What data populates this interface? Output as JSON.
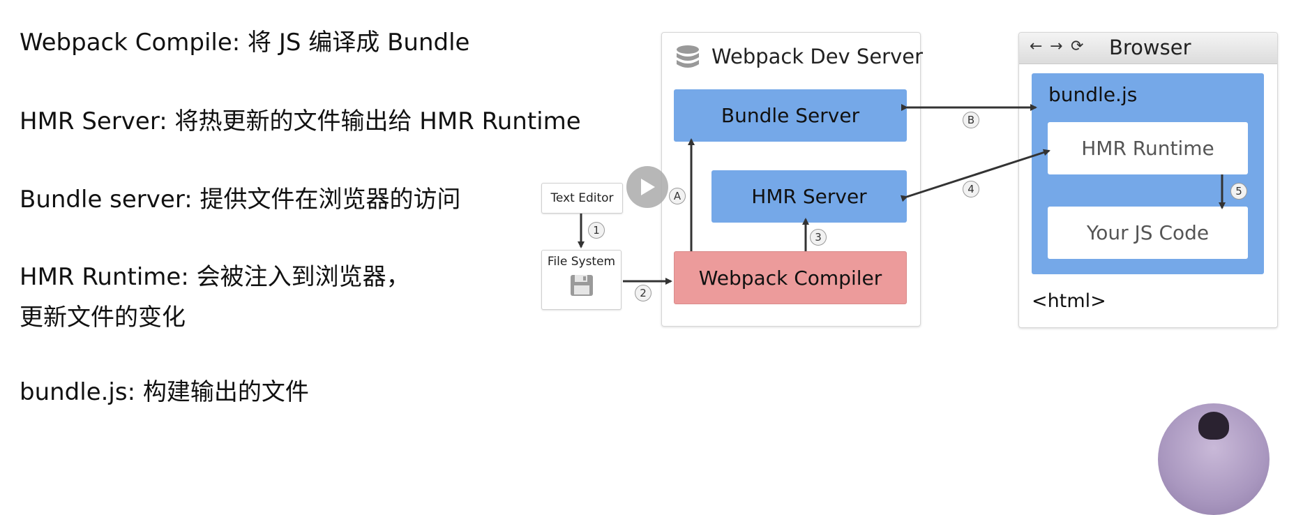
{
  "notes": [
    "Webpack Compile: 将 JS 编译成 Bundle",
    "HMR Server: 将热更新的文件输出给 HMR Runtime",
    "Bundle server: 提供文件在浏览器的访问",
    "HMR Runtime: 会被注入到浏览器，",
    "更新文件的变化",
    "bundle.js: 构建输出的文件"
  ],
  "diagram": {
    "dev_server_title": "Webpack Dev Server",
    "bundle_server": "Bundle Server",
    "hmr_server": "HMR Server",
    "webpack_compiler": "Webpack Compiler",
    "text_editor": "Text Editor",
    "file_system": "File System",
    "browser_title": "Browser",
    "bundle_js": "bundle.js",
    "hmr_runtime": "HMR Runtime",
    "your_js_code": "Your JS Code",
    "html_tag": "<html>",
    "badges": [
      "1",
      "2",
      "3",
      "4",
      "5",
      "A",
      "B"
    ],
    "nav_glyphs": [
      "←",
      "→",
      "⟳"
    ]
  },
  "colors": {
    "blue_box": "#75a8e8",
    "pink_box": "#ec9b9b",
    "arrow": "#333333"
  }
}
